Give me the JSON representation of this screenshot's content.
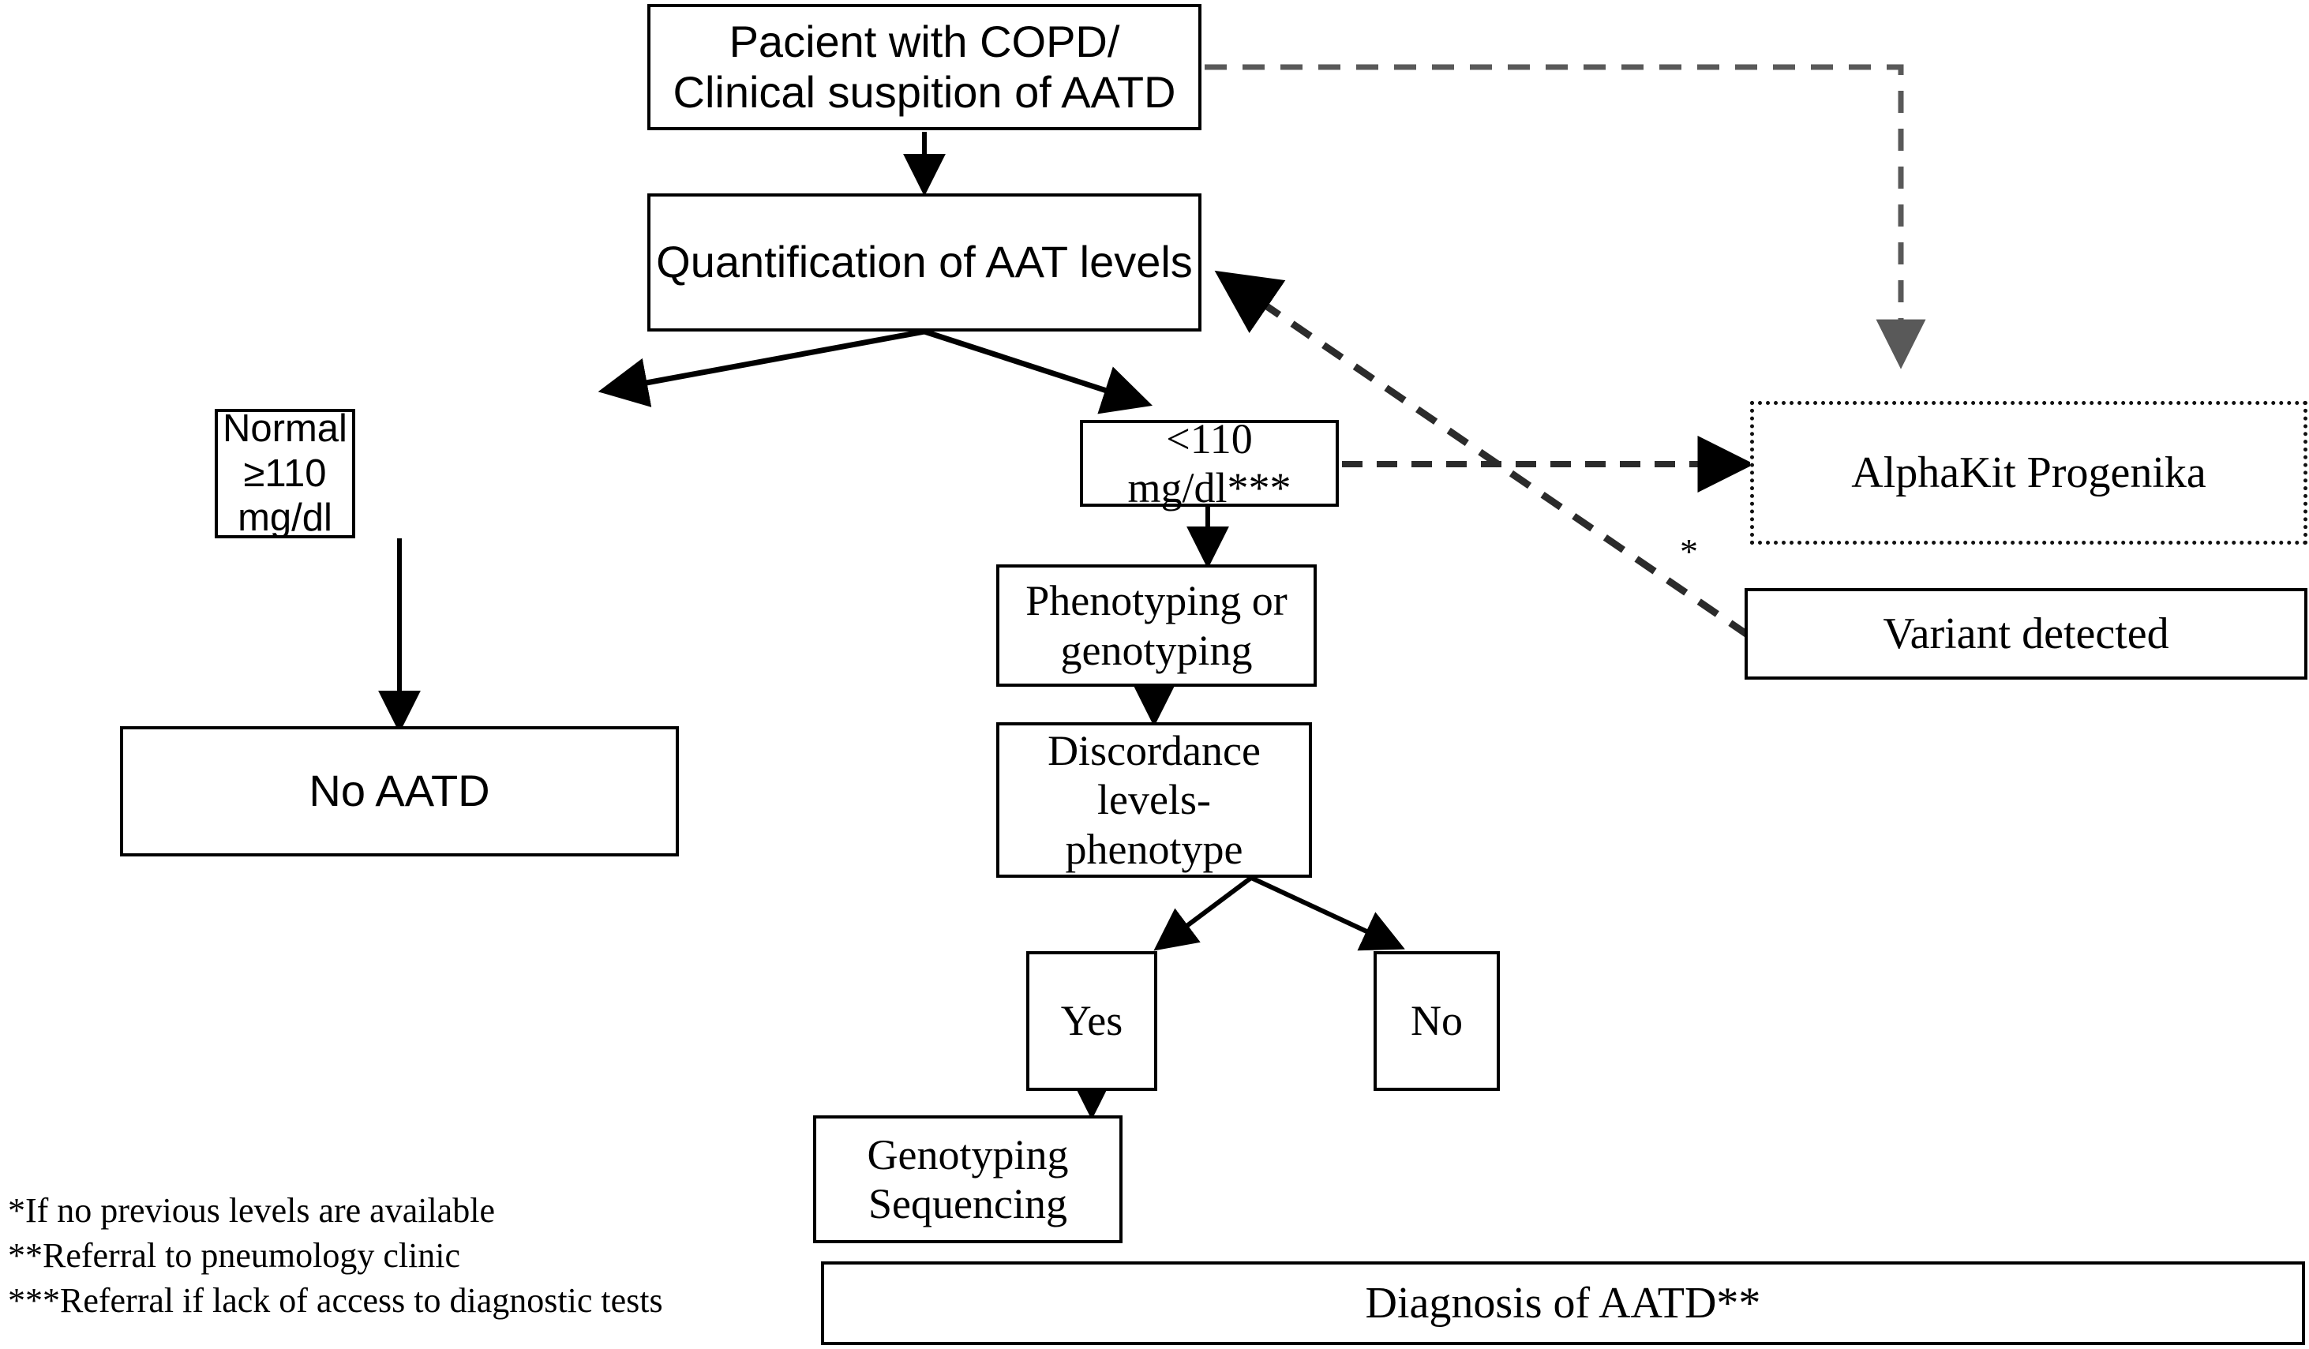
{
  "diagram": {
    "title": "AATD diagnostic algorithm flowchart",
    "ink_color": "#000000",
    "dashed_gray_color": "#595959",
    "nodes": {
      "patient": {
        "label": "Pacient with COPD/\nClinical suspition of AATD",
        "shape": "rect",
        "border": "solid"
      },
      "quantification": {
        "label": "Quantification of AAT levels",
        "shape": "rect",
        "border": "solid"
      },
      "normal": {
        "label": "Normal\n≥110 mg/dl",
        "shape": "rect",
        "border": "solid"
      },
      "low": {
        "label": "<110 mg/dl***",
        "shape": "rect",
        "border": "solid"
      },
      "no_aatd": {
        "label": "No AATD",
        "shape": "rect",
        "border": "solid"
      },
      "alphakit": {
        "label": "AlphaKit Progenika",
        "shape": "rect",
        "border": "dotted"
      },
      "variant": {
        "label": "Variant detected",
        "shape": "rect",
        "border": "solid"
      },
      "phenotyping": {
        "label": "Phenotyping or genotyping",
        "shape": "rect",
        "border": "solid"
      },
      "discordance": {
        "label": "Discordance levels-\nphenotype",
        "shape": "rect",
        "border": "solid"
      },
      "yes": {
        "label": "Yes",
        "shape": "rect",
        "border": "solid"
      },
      "no": {
        "label": "No",
        "shape": "rect",
        "border": "solid"
      },
      "genotyping": {
        "label": "Genotyping\nSequencing",
        "shape": "rect",
        "border": "solid"
      },
      "diagnosis": {
        "label": "Diagnosis of AATD**",
        "shape": "rect",
        "border": "solid"
      }
    },
    "edge_labels": {
      "variant_star": "*"
    },
    "footnotes": "*If no previous levels are available\n**Referral to pneumology clinic\n***Referral if lack of access to diagnostic tests"
  }
}
